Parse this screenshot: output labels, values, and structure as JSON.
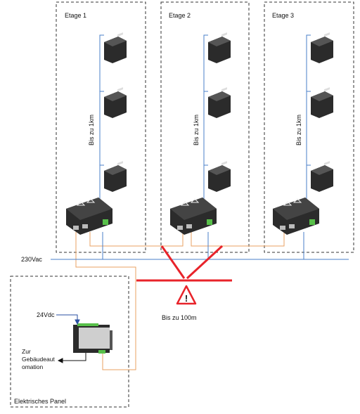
{
  "diagram": {
    "floors": [
      {
        "label": "Etage 1",
        "distance_label": "Bis zu 1km"
      },
      {
        "label": "Etage 2",
        "distance_label": "Bis zu 1km"
      },
      {
        "label": "Etage 3",
        "distance_label": "Bis zu 1km"
      }
    ],
    "power_label": "230Vac",
    "supply_label": "24Vdc",
    "distance_main_label": "Bis zu 100m",
    "building_automation_lines": [
      "Zur",
      "Gebäudeaut",
      "omation"
    ],
    "panel_label": "Elektrisches Panel",
    "warning_symbol": "!",
    "colors": {
      "bus_line": "#e8a060",
      "power_line": "#4a7fc8",
      "field_line": "#4a7fc8",
      "main_bus": "#e8232a",
      "device": "#2b2b2b",
      "terminal_green": "#58c04a",
      "dashed_border": "#333333"
    },
    "icons": [
      "warning-triangle-icon",
      "field-device-icon",
      "controller-icon",
      "gateway-icon"
    ]
  }
}
